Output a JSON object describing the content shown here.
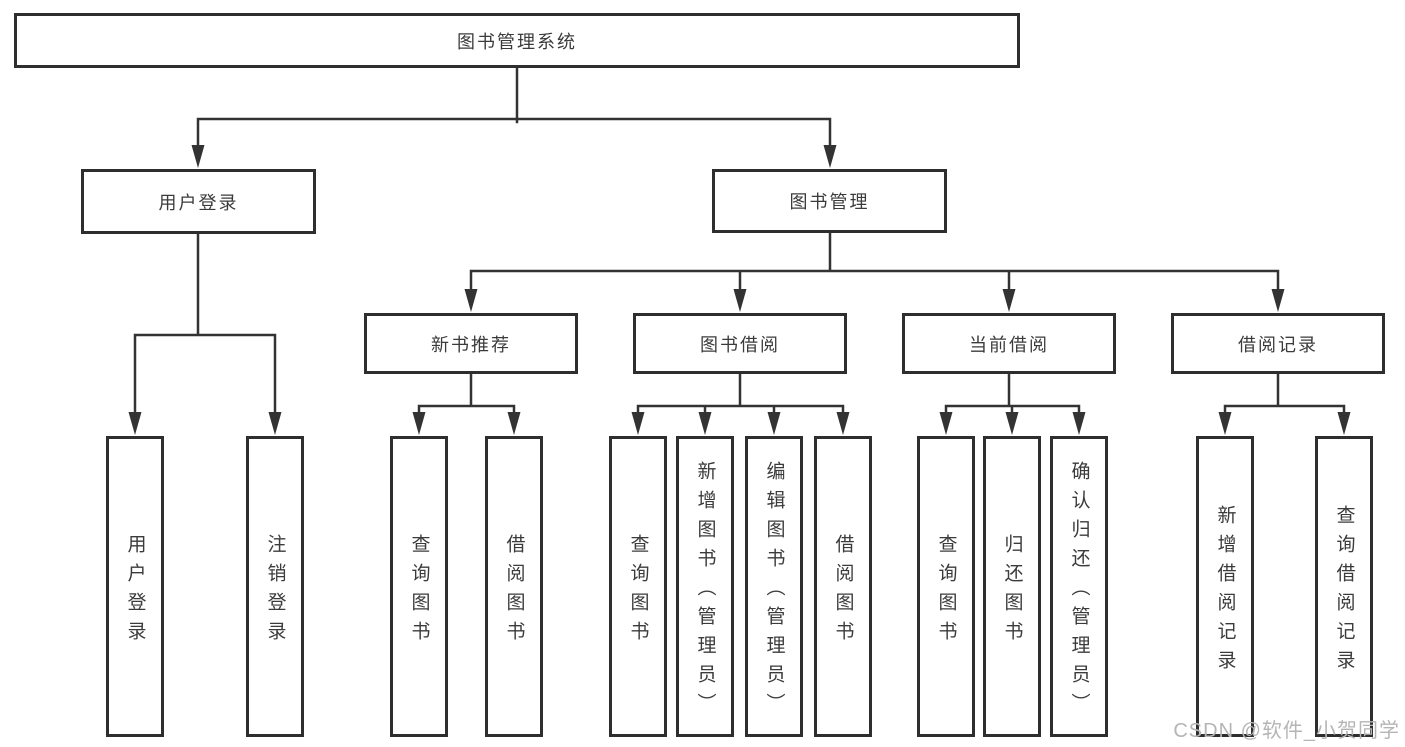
{
  "diagram": {
    "root": {
      "label": "图书管理系统"
    },
    "branches": [
      {
        "label": "用户登录",
        "children": [
          {
            "label": "用户登录"
          },
          {
            "label": "注销登录"
          }
        ]
      },
      {
        "label": "图书管理",
        "children": [
          {
            "label": "新书推荐",
            "children": [
              {
                "label": "查询图书"
              },
              {
                "label": "借阅图书"
              }
            ]
          },
          {
            "label": "图书借阅",
            "children": [
              {
                "label": "查询图书"
              },
              {
                "label": "新增图书（管理员）"
              },
              {
                "label": "编辑图书（管理员）"
              },
              {
                "label": "借阅图书"
              }
            ]
          },
          {
            "label": "当前借阅",
            "children": [
              {
                "label": "查询图书"
              },
              {
                "label": "归还图书"
              },
              {
                "label": "确认归还（管理员）"
              }
            ]
          },
          {
            "label": "借阅记录",
            "children": [
              {
                "label": "新增借阅记录"
              },
              {
                "label": "查询借阅记录"
              }
            ]
          }
        ]
      }
    ]
  },
  "watermark": {
    "text": "CSDN @软件_小贺同学"
  },
  "colors": {
    "line": "#333333",
    "box_border": "#2e2e2e",
    "text": "#3b3b3b",
    "watermark": "#b5b5b5",
    "background": "#ffffff"
  }
}
